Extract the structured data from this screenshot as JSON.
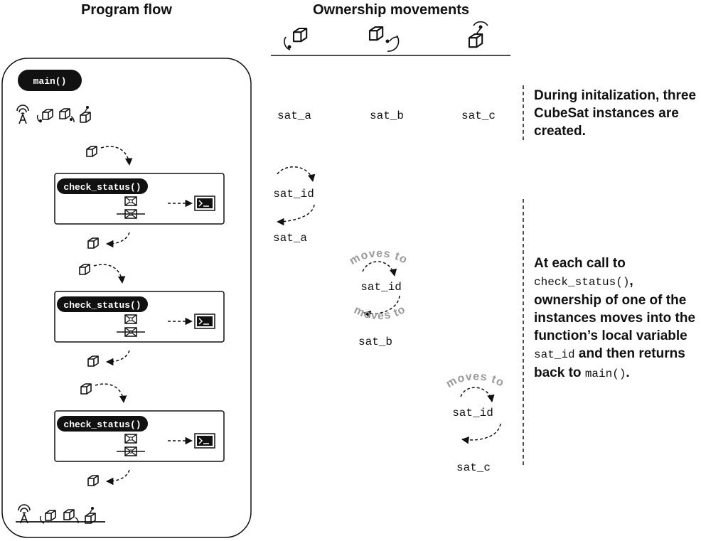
{
  "headings": {
    "program_flow": "Program flow",
    "ownership_movements": "Ownership movements"
  },
  "main_label": "main()",
  "function_label": "check_status()",
  "variables": {
    "sat_a": "sat_a",
    "sat_b": "sat_b",
    "sat_c": "sat_c",
    "sat_id": "sat_id"
  },
  "moves_to": "moves to",
  "notes": {
    "init": "During initalization, three CubeSat instances are created.",
    "call_prefix": "At each call to",
    "call_fn": "check_status()",
    "call_middle": ", ownership of one of the instances moves into the function’s local variable",
    "call_var": "sat_id",
    "call_suffix_pre": "and then returns back to",
    "call_main": "main()",
    "call_end": "."
  },
  "icons": [
    "antenna-icon",
    "cubesat-icon",
    "mailbox-icon",
    "terminal-icon"
  ]
}
